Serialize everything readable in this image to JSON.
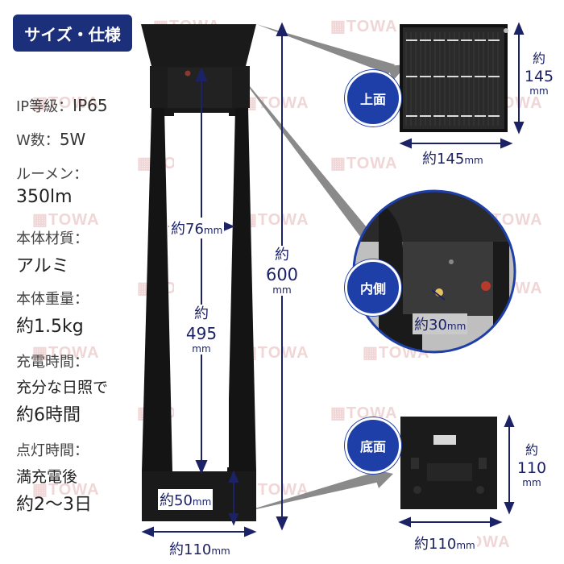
{
  "title": "サイズ・仕様",
  "watermark": "▦TOWA",
  "specs": [
    {
      "label": "IP等級：",
      "value": "IP65",
      "inline": true
    },
    {
      "label": "W数：",
      "value": "5W",
      "inline": true
    },
    {
      "label": "ルーメン：",
      "value": "350lm"
    },
    {
      "label": "本体材質：",
      "value": "アルミ"
    },
    {
      "label": "本体重量：",
      "value": "約1.5kg"
    },
    {
      "label": "充電時間：",
      "value": "充分な日照で",
      "value2": "約6時間"
    },
    {
      "label": "点灯時間：",
      "value": "満充電後",
      "value2": "約2〜3日"
    }
  ],
  "dimensions": {
    "inner_width": {
      "prefix": "約",
      "num": "76",
      "unit": "mm"
    },
    "inner_height": {
      "prefix": "約",
      "num": "495",
      "unit": "mm"
    },
    "total_height": {
      "prefix": "約",
      "num": "600",
      "unit": "mm"
    },
    "base_height": {
      "prefix": "約",
      "num": "50",
      "unit": "mm"
    },
    "base_width": {
      "prefix": "約",
      "num": "110",
      "unit": "mm"
    }
  },
  "detail_top": {
    "badge": "上面",
    "width": {
      "prefix": "約",
      "num": "145",
      "unit": "mm"
    },
    "height": {
      "prefix": "約",
      "num": "145",
      "unit": "mm"
    }
  },
  "detail_inner": {
    "badge": "内側",
    "size": {
      "prefix": "約",
      "num": "30",
      "unit": "mm"
    }
  },
  "detail_bottom": {
    "badge": "底面",
    "width": {
      "prefix": "約",
      "num": "110",
      "unit": "mm"
    },
    "height": {
      "prefix": "約",
      "num": "110",
      "unit": "mm"
    }
  },
  "colors": {
    "navy": "#1c2266",
    "badge_blue": "#1f3fa8",
    "title_bg": "#1c2f7a",
    "watermark": "#f0d6d6"
  }
}
